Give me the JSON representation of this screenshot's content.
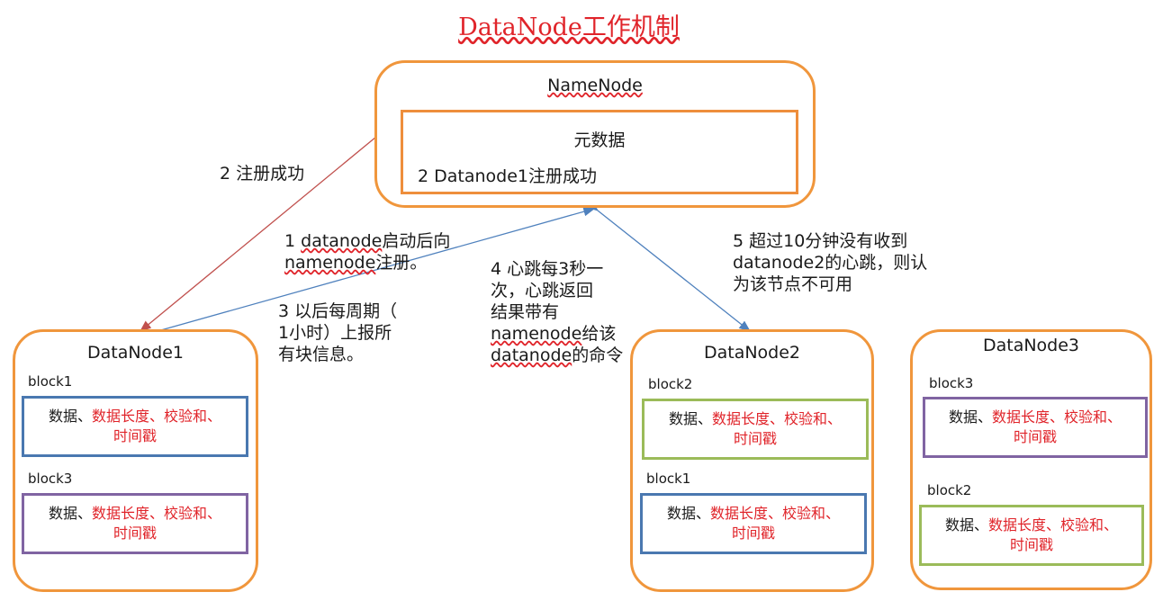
{
  "title": "DataNode工作机制",
  "namenode": {
    "title": "NameNode",
    "meta_title": "元数据",
    "meta_entry": "2 Datanode1注册成功"
  },
  "steps": {
    "step2": "2 注册成功",
    "step1_a": "1 ",
    "step1_b": "datanode",
    "step1_c": "启动后向",
    "step1_d": "namenode",
    "step1_e": "注册。",
    "step3_a": "3 以后每周期（",
    "step3_b": "1小时）上报所",
    "step3_c": "有块信息。",
    "step4_a": "4 心跳每3秒一",
    "step4_b": "次，心跳返回",
    "step4_c": "结果带有",
    "step4_d": "namenode",
    "step4_e": "给该",
    "step4_f": "datanode",
    "step4_g": "的命令",
    "step5_a": "5 超过10分钟没有收到",
    "step5_b": "datanode2的心跳，则认",
    "step5_c": "为该节点不可用"
  },
  "block_text": {
    "part1": "数据、",
    "part2": "数据长度、校验和、",
    "part3": "时间戳"
  },
  "datanodes": [
    {
      "title": "DataNode1",
      "blocks": [
        {
          "label": "block1"
        },
        {
          "label": "block3"
        }
      ]
    },
    {
      "title": "DataNode2",
      "blocks": [
        {
          "label": "block2"
        },
        {
          "label": "block1"
        }
      ]
    },
    {
      "title": "DataNode3",
      "blocks": [
        {
          "label": "block3"
        },
        {
          "label": "block2"
        }
      ]
    }
  ],
  "colors": {
    "node_border": "#f0963c",
    "accent_red": "#e0242a",
    "block1": "#4a78b0",
    "block2": "#9bbb59",
    "block3": "#8064a2",
    "arrow_red": "#c0504d",
    "arrow_blue": "#4f81bd"
  }
}
